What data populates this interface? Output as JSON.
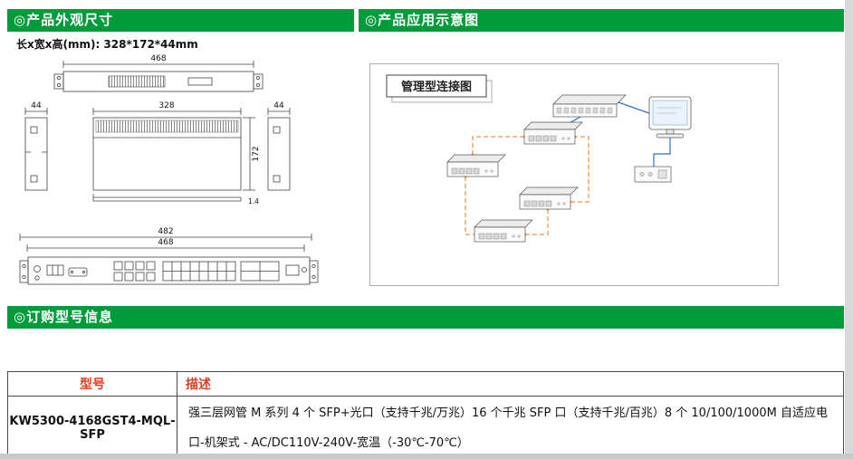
{
  "sections": {
    "appearance_title": "◎产品外观尺寸",
    "application_title": "◎产品应用示意图",
    "ordering_title": "◎订购型号信息"
  },
  "dimensions_note": "长x宽x高(mm): 328*172*44mm",
  "drawing": {
    "front_width": "468",
    "side_width": "44",
    "top_width": "328",
    "top_height": "172",
    "panel_thickness": "1.4",
    "bottom_width_outer": "482",
    "bottom_width_inner": "468"
  },
  "diagram": {
    "title": "管理型连接图"
  },
  "order_table": {
    "headers": [
      "型号",
      "描述"
    ],
    "rows": [
      {
        "model": "KW5300-4168GST4-MQL-SFP",
        "description": "强三层网管 M 系列 4 个 SFP+光口（支持千兆/万兆）16 个千兆 SFP 口（支持千兆/百兆）8 个 10/100/1000M 自适应电口-机架式 - AC/DC110V-240V-宽温（-30℃-70℃）"
      }
    ]
  },
  "colors": {
    "header_green": "#009b3a",
    "table_header_red": "#d94026",
    "diagram_line_blue": "#2f6fc1",
    "diagram_line_orange": "#f07818"
  }
}
